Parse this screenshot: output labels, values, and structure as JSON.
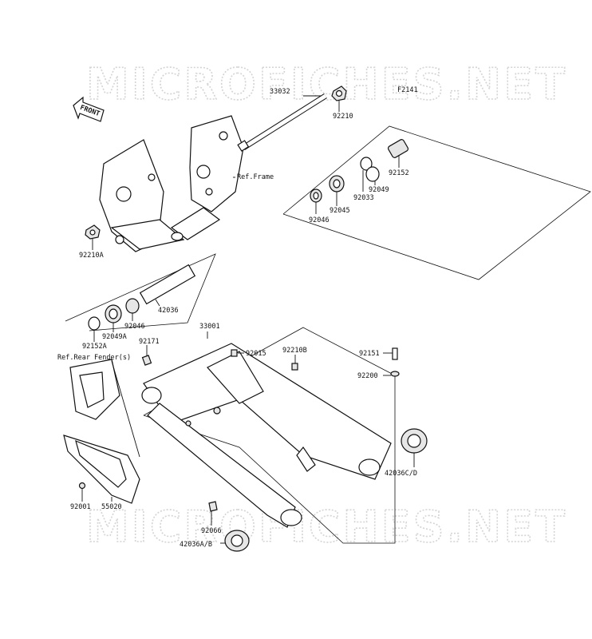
{
  "watermark": {
    "text": "MICROFICHES.NET"
  },
  "figure": {
    "code": "F2141"
  },
  "front_arrow": {
    "text": "FRONT"
  },
  "references": {
    "frame": "Ref.Frame",
    "rear_fender": "Ref.Rear Fender(s)"
  },
  "part_labels": {
    "p33032": "33032",
    "p92210": "92210",
    "p92152": "92152",
    "p92049": "92049",
    "p92033": "92033",
    "p92045": "92045",
    "p92046_top": "92046",
    "p92210a": "92210A",
    "p42036": "42036",
    "p92046_mid": "92046",
    "p92049a": "92049A",
    "p92152a": "92152A",
    "p92171": "92171",
    "p33001": "33001",
    "p92015": "92015",
    "p92210b": "92210B",
    "p92151": "92151",
    "p92200": "92200",
    "p42036cd": "42036C/D",
    "p92001": "92001",
    "p55020": "55020",
    "p92066": "92066",
    "p42036ab": "42036A/B"
  },
  "colors": {
    "line": "#111111",
    "watermark_outline": "#d4d4d4",
    "background": "#ffffff"
  }
}
